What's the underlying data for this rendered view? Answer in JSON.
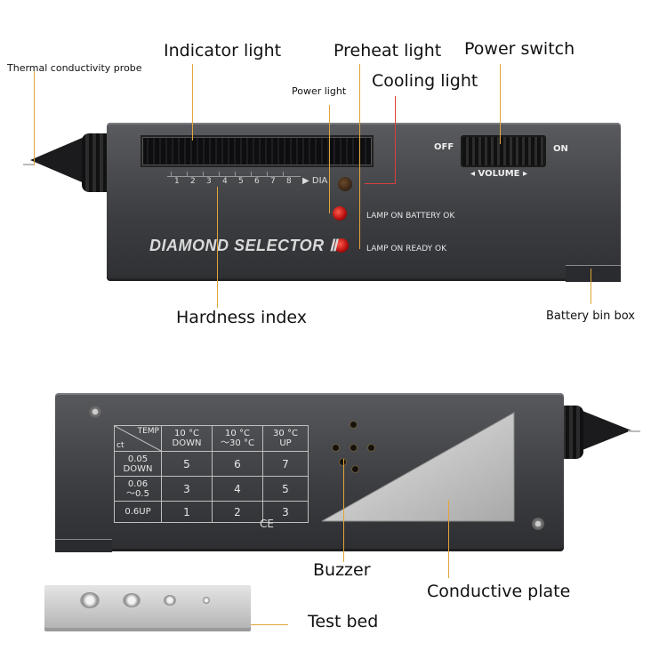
{
  "callouts": {
    "thermal_probe": "Thermal conductivity probe",
    "indicator_light": "Indicator light",
    "power_light": "Power light",
    "preheat_light": "Preheat light",
    "cooling_light": "Cooling light",
    "power_switch": "Power switch",
    "hardness_index": "Hardness index",
    "battery_bin": "Battery bin box",
    "buzzer": "Buzzer",
    "conductive_plate": "Conductive plate",
    "test_bed": "Test bed"
  },
  "device_front": {
    "brand": "DIAMOND SELECTOR Ⅱ",
    "scale": [
      "1",
      "2",
      "3",
      "4",
      "5",
      "6",
      "7",
      "8"
    ],
    "scale_end": "▶ DIA",
    "lamp_battery": "LAMP ON BATTERY OK",
    "lamp_ready": "LAMP ON READY OK",
    "switch_off": "OFF",
    "switch_on": "ON",
    "switch_label": "◂ VOLUME ▸"
  },
  "device_back": {
    "table_header": {
      "corner_top": "TEMP",
      "corner_bottom": "ct",
      "cols": [
        "10 °C\nDOWN",
        "10 °C\n～30 °C",
        "30 °C\nUP"
      ]
    },
    "table_rows": [
      {
        "label": "0.05\nDOWN",
        "values": [
          "5",
          "6",
          "7"
        ]
      },
      {
        "label": "0.06\n～0.5",
        "values": [
          "3",
          "4",
          "5"
        ]
      },
      {
        "label": "0.6UP",
        "values": [
          "1",
          "2",
          "3"
        ]
      }
    ],
    "ce_mark": "CE"
  },
  "colors": {
    "leader": "#e0a63a",
    "body": "#3c3d41",
    "led_red": "#e01a1a"
  },
  "icons": [
    "screw-icon",
    "probe-tip-icon",
    "led-icon"
  ]
}
